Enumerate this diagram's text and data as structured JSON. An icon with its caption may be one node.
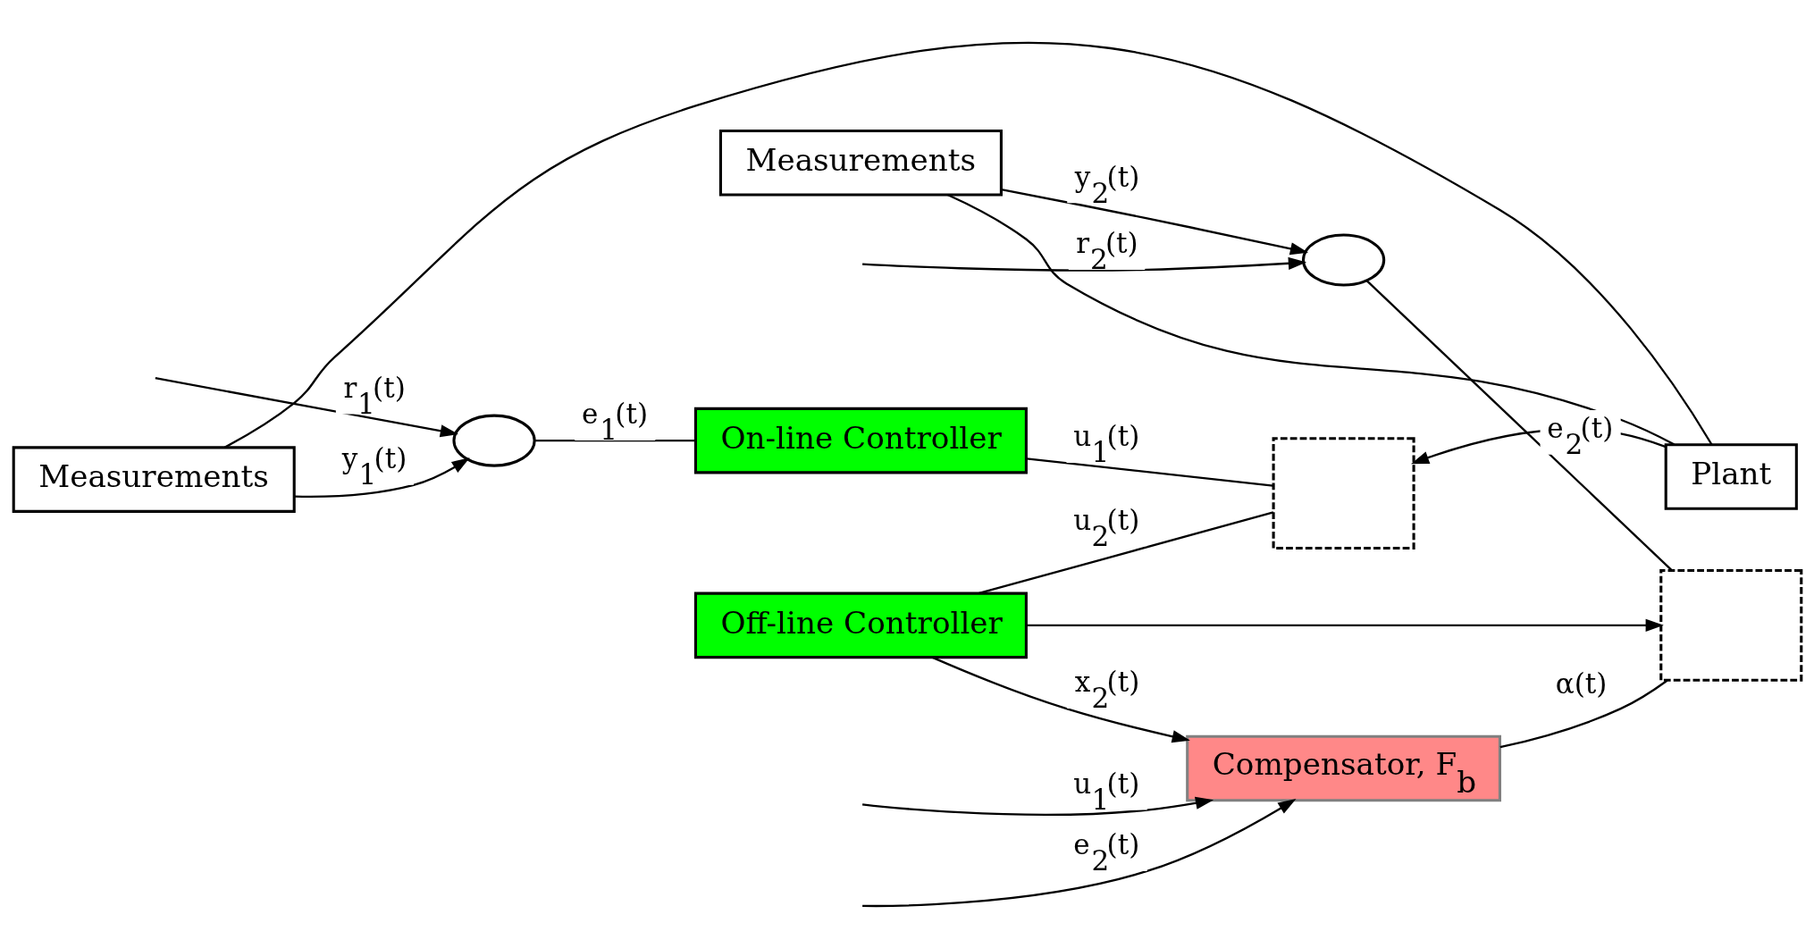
{
  "diagram": {
    "nodes": [
      {
        "text": [
          "Measurements"
        ]
      },
      {
        "text": [],
        "shape": "circle"
      },
      {
        "text": [
          "On-line Controller"
        ]
      },
      {
        "text": [],
        "shape": "box"
      },
      {
        "text": [
          "Plant"
        ]
      },
      {
        "text": [],
        "shape": "circle"
      },
      {
        "text": [],
        "shape": "box"
      },
      {
        "text": [
          "Off-line Controller"
        ]
      },
      {
        "text": [
          "Compensator, F$_{b}$"
        ]
      },
      {
        "text": [
          "Measurements"
        ]
      }
    ],
    "edges": [
      {
        "from": null,
        "to": 1,
        "arrow": "to",
        "label": "r$_{1}$(t)"
      },
      {
        "from": 0,
        "to": 1,
        "arrow": "to",
        "label": "y$_{1}$(t)"
      },
      {
        "from": 1,
        "to": 2,
        "arrow": "none",
        "label": "e$_{1}$(t)"
      },
      {
        "from": 2,
        "to": 3,
        "arrow": "none",
        "label": "u$_{1}$(t)"
      },
      {
        "from": 4,
        "to": 3,
        "arrow": "to"
      },
      {
        "from": 7,
        "to": 3,
        "arrow": "none",
        "label": "u$_{2}$(t)"
      },
      {
        "from": 4,
        "to": 0,
        "arrow": "none"
      },
      {
        "from": null,
        "to": 5,
        "arrow": "to",
        "label": "r$_{2}$(t)"
      },
      {
        "from": 5,
        "to": 6,
        "arrow": "none",
        "label": "e$_{2}$(t)"
      },
      {
        "from": 9,
        "to": 5,
        "arrow": "to",
        "label": "y$_{2}$(t)"
      },
      {
        "from": 4,
        "to": 9,
        "arrow": "none"
      },
      {
        "from": 7,
        "to": 6,
        "arrow": "to"
      },
      {
        "from": 8,
        "to": 6,
        "arrow": "none",
        "label": "α(t)"
      },
      {
        "from": 7,
        "to": 8,
        "arrow": "to",
        "label": "x$_{2}$(t)"
      },
      {
        "from": null,
        "to": 8,
        "arrow": "to",
        "label": "e$_{2}$(t)"
      },
      {
        "from": null,
        "to": 8,
        "arrow": "to",
        "label": "u$_{1}$(t)"
      }
    ]
  }
}
